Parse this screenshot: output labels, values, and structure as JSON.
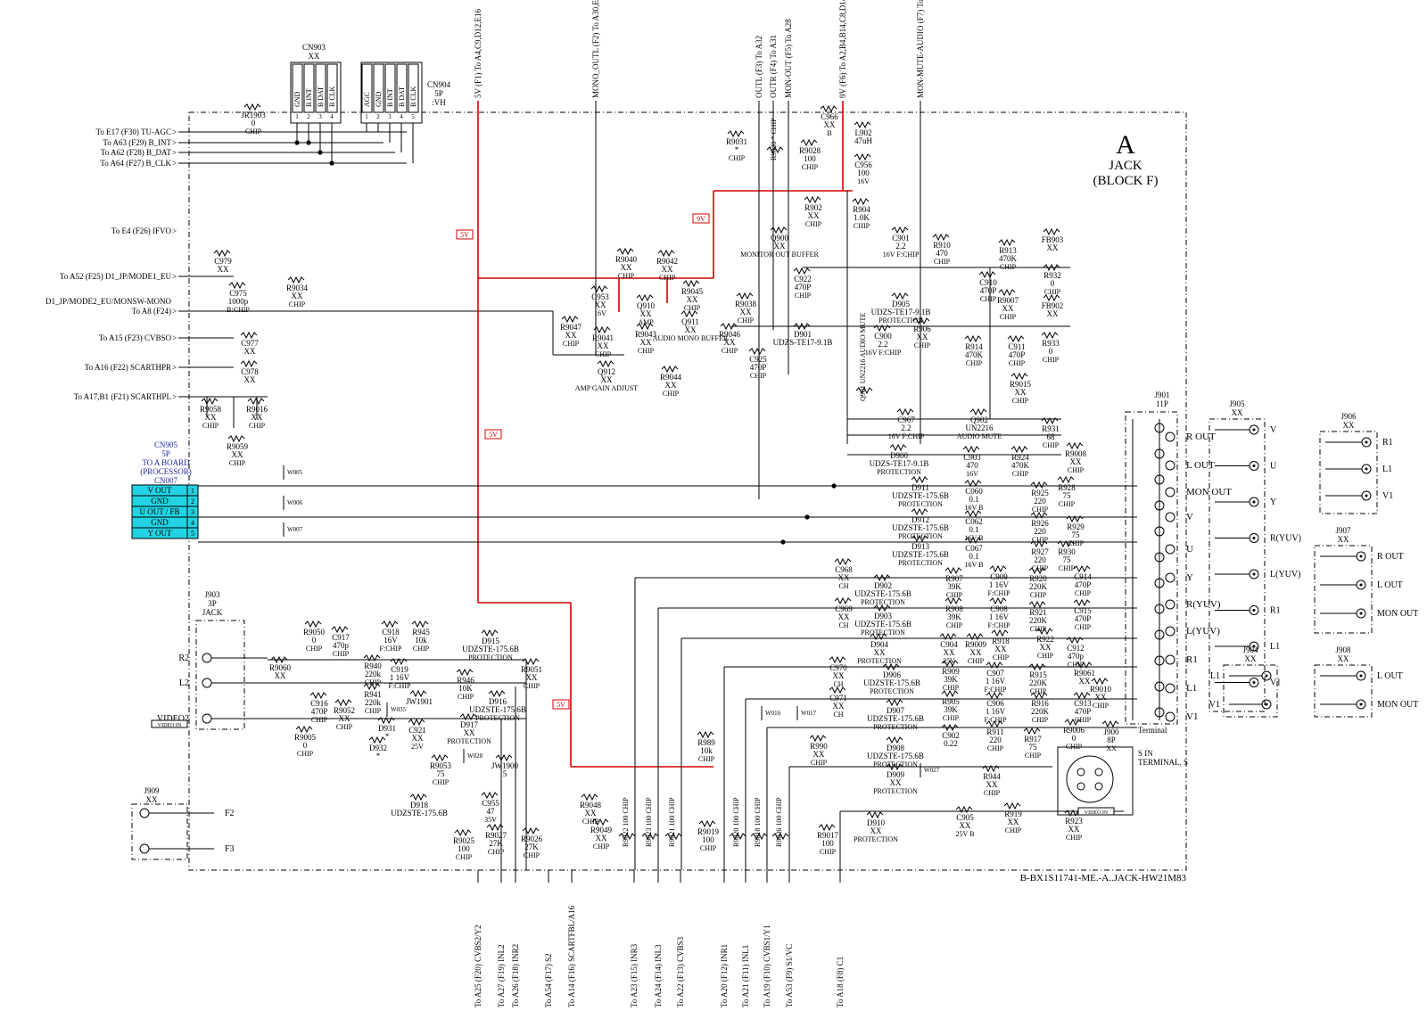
{
  "block": {
    "letter": "A",
    "name": "JACK",
    "sub": "(BLOCK F)"
  },
  "footer": "B-BX1S11741-ME.-A..JACK-HW21M83",
  "left_inputs": [
    "To E17 (F30)  TU-AGC",
    "To A63 (F29)  B_INT",
    "To A62 (F28)  B_DAT",
    "To A64 (F27)  B_CLK",
    "To E4 (F26)  IFVO",
    "To A52 (F25)  D1_JP/MODE1_EU",
    "D1_JP/MODE2_EU/MONSW-MONO",
    "To A8 (F24)",
    "To A15 (F23)  CVBSO",
    "To A16 (F22)  SCARTHPR",
    "To A17,B1 (F21)  SCARTHPL"
  ],
  "top_signals": [
    "5V (F1) To A4,C9,D12,E16",
    "MONO_OUTL (F2) To A30,E19",
    "OUTL (F3) To A32",
    "OUTR (F4) To A31",
    "MON-OUT (F5) To A28",
    "9V (F6) To A2,B4,B14,C8,D14,E13",
    "MON-MUTE-AUDIO (F7) To B5"
  ],
  "bottom_signals": [
    "To A25 (F20)  CVBS2/Y2",
    "To A27 (F19)  INL2",
    "To A26 (F18)  INR2",
    "To A54 (F17)  S2",
    "To A14 (F16)  SCARTFBL/A16",
    "To A23 (F15)  INR3",
    "To A24 (F14)  INL3",
    "To A22 (F13)  CVBS3",
    "To A20 (F12)  INR1",
    "To A21 (F11)  INL1",
    "To A19 (F10)  CVBS1/Y1",
    "To A53 (F9)  S1/VC",
    "To A18 (F8)  C1"
  ],
  "cn903": {
    "ref": "CN903",
    "val": "XX",
    "pins": [
      "GND",
      "B INT",
      "B DAT",
      "B CLK"
    ]
  },
  "cn904": {
    "ref": "CN904",
    "val": "5P",
    "type": ":VH",
    "pins": [
      "AGC",
      "GND",
      "B INT",
      "B DAT",
      "B CLK"
    ]
  },
  "cn905": {
    "ref": "CN905",
    "val": "5P",
    "note1": "TO A BOARD",
    "note2": "(PROCESSOR)",
    "note3": "CN007",
    "pins": [
      {
        "n": "1",
        "name": "V OUT"
      },
      {
        "n": "2",
        "name": "GND"
      },
      {
        "n": "3",
        "name": "U OUT / FB"
      },
      {
        "n": "4",
        "name": "GND"
      },
      {
        "n": "5",
        "name": "Y OUT"
      }
    ]
  },
  "rails": {
    "v5": "5V",
    "v9": "9V"
  },
  "wires": [
    "W005",
    "W006",
    "W007",
    "W016",
    "W017",
    "W027",
    "W028",
    "W035"
  ],
  "components": [
    [
      "JR1903",
      "0",
      "CHIP"
    ],
    [
      "C979",
      "XX",
      ""
    ],
    [
      "C975",
      "1000p",
      "B:CHIP"
    ],
    [
      "R9034",
      "XX",
      "CHIP"
    ],
    [
      "C977",
      "XX",
      ""
    ],
    [
      "C978",
      "XX",
      ""
    ],
    [
      "R9058",
      "XX",
      "CHIP"
    ],
    [
      "R9016",
      "XX",
      "CHIP"
    ],
    [
      "R9059",
      "XX",
      "CHIP"
    ],
    [
      "R9031",
      "*",
      "CHIP"
    ],
    [
      "R9030",
      "*",
      "CHIP"
    ],
    [
      "C966",
      "XX",
      "B"
    ],
    [
      "R9028",
      "100",
      "CHIP"
    ],
    [
      "L902",
      "47uH",
      ""
    ],
    [
      "C956",
      "100",
      "16V"
    ],
    [
      "R902",
      "XX",
      "CHIP"
    ],
    [
      "R904",
      "1.0K",
      "CHIP"
    ],
    [
      "Q900",
      "XX",
      "MONITOR OUT BUFFER"
    ],
    [
      "C922",
      "470P",
      "CHIP"
    ],
    [
      "R9040",
      "XX",
      "CHIP"
    ],
    [
      "R9042",
      "XX",
      "CHIP"
    ],
    [
      "C953",
      "XX",
      "16V"
    ],
    [
      "Q910",
      "XX",
      "AMP"
    ],
    [
      "R9045",
      "XX",
      "CHIP"
    ],
    [
      "Q911",
      "XX",
      "AUDIO MONO BUFFER"
    ],
    [
      "R9038",
      "XX",
      "CHIP"
    ],
    [
      "R9047",
      "XX",
      "CHIP"
    ],
    [
      "R9041",
      "XX",
      "CHIP"
    ],
    [
      "R9043",
      "XX",
      "CHIP"
    ],
    [
      "R9046",
      "XX",
      "CHIP"
    ],
    [
      "C925",
      "470P",
      "CHIP"
    ],
    [
      "Q912",
      "XX",
      "AMP GAIN ADJUST"
    ],
    [
      "R9044",
      "XX",
      "CHIP"
    ],
    [
      "C901",
      "2.2",
      "16V F:CHIP"
    ],
    [
      "D905",
      "UDZS-TE17-9.1B",
      "PROTECTION"
    ],
    [
      "D901",
      "UDZS-TE17-9.1B",
      ""
    ],
    [
      "C900",
      "2.2",
      "16V F:CHIP"
    ],
    [
      "R906",
      "XX",
      "CHIP"
    ],
    [
      "Q901",
      "UN2216",
      "AUDIO MUTE"
    ],
    [
      "R910",
      "470",
      "CHIP"
    ],
    [
      "R913",
      "470K",
      "CHIP"
    ],
    [
      "C910",
      "470P",
      "CHIP"
    ],
    [
      "FB903",
      "XX",
      ""
    ],
    [
      "R932",
      "0",
      "CHIP"
    ],
    [
      "FB902",
      "XX",
      ""
    ],
    [
      "R933",
      "0",
      "CHIP"
    ],
    [
      "R9007",
      "XX",
      "CHIP"
    ],
    [
      "R914",
      "470K",
      "CHIP"
    ],
    [
      "C911",
      "470P",
      "CHIP"
    ],
    [
      "R9015",
      "XX",
      "CHIP"
    ],
    [
      "C967",
      "2.2",
      "16V F:CHIP"
    ],
    [
      "Q902",
      "UN2216",
      "AUDIO MUTE"
    ],
    [
      "R931",
      "68",
      "CHIP"
    ],
    [
      "D900",
      "UDZS-TE17-9.1B",
      "PROTECTION"
    ],
    [
      "C903",
      "470",
      "16V"
    ],
    [
      "R924",
      "470K",
      "CHIP"
    ],
    [
      "R9008",
      "XX",
      "CHIP"
    ],
    [
      "D911",
      "UDZSTE-175.6B",
      "PROTECTION"
    ],
    [
      "C060",
      "0.1",
      "16V B"
    ],
    [
      "R925",
      "220",
      "CHIP"
    ],
    [
      "R928",
      "75",
      "CHIP"
    ],
    [
      "D912",
      "UDZSTE-175.6B",
      "PROTECTION"
    ],
    [
      "C062",
      "0.1",
      "16V B"
    ],
    [
      "R926",
      "220",
      "CHIP"
    ],
    [
      "R929",
      "75",
      "CHIP"
    ],
    [
      "D913",
      "UDZSTE-175.6B",
      "PROTECTION"
    ],
    [
      "C067",
      "0.1",
      "16V B"
    ],
    [
      "R927",
      "220",
      "CHIP"
    ],
    [
      "R930",
      "75",
      "CHIP"
    ],
    [
      "C968",
      "XX",
      "CH"
    ],
    [
      "D902",
      "UDZSTE-175.6B",
      "PROTECTION"
    ],
    [
      "R907",
      "39K",
      "CHIP"
    ],
    [
      "C909",
      "1 16V",
      "F:CHIP"
    ],
    [
      "R920",
      "220K",
      "CHIP"
    ],
    [
      "C914",
      "470P",
      "CHIP"
    ],
    [
      "C969",
      "XX",
      "CH"
    ],
    [
      "D903",
      "UDZSTE-175.6B",
      "PROTECTION"
    ],
    [
      "R908",
      "39K",
      "CHIP"
    ],
    [
      "C908",
      "1 16V",
      "F:CHIP"
    ],
    [
      "R921",
      "220K",
      "CHIP"
    ],
    [
      "C915",
      "470P",
      "CHIP"
    ],
    [
      "D904",
      "XX",
      "PROTECTION"
    ],
    [
      "C904",
      "XX",
      "25V"
    ],
    [
      "R9009",
      "XX",
      "CHIP"
    ],
    [
      "R918",
      "XX",
      "CHIP"
    ],
    [
      "R922",
      "XX",
      "CHIP"
    ],
    [
      "C912",
      "470p",
      "CHIP"
    ],
    [
      "C970",
      "XX",
      "CH"
    ],
    [
      "D906",
      "UDZSTE-175.6B",
      "PROTECTION"
    ],
    [
      "R909",
      "39K",
      "CHIP"
    ],
    [
      "C907",
      "1 16V",
      "F:CHIP"
    ],
    [
      "R915",
      "220K",
      "CHIP"
    ],
    [
      "R9061",
      "XX",
      ""
    ],
    [
      "C971",
      "XX",
      "CH"
    ],
    [
      "D907",
      "UDZSTE-175.6B",
      "PROTECTION"
    ],
    [
      "R905",
      "39K",
      "CHIP"
    ],
    [
      "C906",
      "1 16V",
      "F:CHIP"
    ],
    [
      "R916",
      "220K",
      "CHIP"
    ],
    [
      "C913",
      "470P",
      "CHIP"
    ],
    [
      "R9010",
      "XX",
      "CHIP"
    ],
    [
      "C902",
      "0.22",
      ""
    ],
    [
      "R911",
      "220",
      "CHIP"
    ],
    [
      "R917",
      "75",
      "CHIP"
    ],
    [
      "R9006",
      "0",
      "CHIP"
    ],
    [
      "J900",
      "8P",
      "XX"
    ],
    [
      "R989",
      "10k",
      "CHIP"
    ],
    [
      "R990",
      "XX",
      "CHIP"
    ],
    [
      "D908",
      "UDZSTE-175.6B",
      "PROTECTION"
    ],
    [
      "D909",
      "XX",
      "PROTECTION"
    ],
    [
      "R944",
      "XX",
      "CHIP"
    ],
    [
      "D910",
      "XX",
      "PROTECTION"
    ],
    [
      "C905",
      "XX",
      "25V B"
    ],
    [
      "R919",
      "XX",
      "CHIP"
    ],
    [
      "R923",
      "XX",
      "CHIP"
    ],
    [
      "R9048",
      "XX",
      "CHIP"
    ],
    [
      "R9049",
      "XX",
      "CHIP"
    ],
    [
      "R9017",
      "100",
      "CHIP"
    ],
    [
      "R9050",
      "0",
      "CHIP"
    ],
    [
      "C917",
      "470p",
      "CHIP"
    ],
    [
      "C918",
      "16V",
      "F:CHIP"
    ],
    [
      "R945",
      "10k",
      "CHIP"
    ],
    [
      "D915",
      "UDZSTE-175.6B",
      "PROTECTION"
    ],
    [
      "R9051",
      "XX",
      "CHIP"
    ],
    [
      "R9060",
      "XX",
      ""
    ],
    [
      "R940",
      "220k",
      "CHIP"
    ],
    [
      "C919",
      "1 16V",
      "F:CHIP"
    ],
    [
      "R946",
      "10K",
      "CHIP"
    ],
    [
      "D916",
      "UDZSTE-175.6B",
      "PROTECTION"
    ],
    [
      "R941",
      "220k",
      "CHIP"
    ],
    [
      "C916",
      "470P",
      "CHIP"
    ],
    [
      "R9052",
      "XX",
      "CHIP"
    ],
    [
      "JW1901",
      "",
      ""
    ],
    [
      "R9005",
      "0",
      "CHIP"
    ],
    [
      "D931",
      "*",
      ""
    ],
    [
      "D932",
      "*",
      ""
    ],
    [
      "C921",
      "XX",
      "25V"
    ],
    [
      "D917",
      "XX",
      "PROTECTION"
    ],
    [
      "R9053",
      "75",
      "CHIP"
    ],
    [
      "JW1900",
      "5",
      ""
    ],
    [
      "C955",
      "47",
      "35V"
    ],
    [
      "D918",
      "UDZSTE-175.6B",
      ""
    ],
    [
      "R9025",
      "100",
      "CHIP"
    ],
    [
      "R9027",
      "27K",
      "CHIP"
    ],
    [
      "R9026",
      "27K",
      "CHIP"
    ],
    [
      "R9022",
      "100",
      "CHIP"
    ],
    [
      "R9023",
      "100",
      "CHIP"
    ],
    [
      "R9021",
      "100",
      "CHIP"
    ],
    [
      "R9019",
      "100",
      "CHIP"
    ],
    [
      "R9020",
      "100",
      "CHIP"
    ],
    [
      "R9018",
      "100",
      "CHIP"
    ],
    [
      "R9036",
      "100",
      "CHIP"
    ]
  ],
  "j901": {
    "ref": "J901",
    "val": "11P",
    "labels": [
      "R OUT",
      "L OUT",
      "MON OUT",
      "V",
      "U",
      "Y",
      "R(YUV)",
      "L(YUV)",
      "R1",
      "L1",
      "V1"
    ]
  },
  "j905": {
    "ref": "J905",
    "val": "XX",
    "labels": [
      "V",
      "U",
      "Y",
      "R(YUV)",
      "L(YUV)",
      "R1",
      "L1",
      "V1"
    ]
  },
  "j906": {
    "ref": "J906",
    "val": "XX",
    "labels": [
      "R1",
      "L1",
      "V1"
    ]
  },
  "j907": {
    "ref": "J907",
    "val": "XX",
    "labels": [
      "R OUT",
      "L OUT",
      "MON OUT"
    ]
  },
  "j904": {
    "ref": "J904",
    "val": "XX",
    "labels": [
      "L1",
      "V1"
    ]
  },
  "j908": {
    "ref": "J908",
    "val": "XX",
    "labels": [
      "L OUT",
      "MON OUT"
    ]
  },
  "j903": {
    "ref": "J903",
    "val": "3P",
    "type": "JACK",
    "labels": [
      "R2",
      "L2",
      "VIDEO2"
    ],
    "tag": "VIDEO IN"
  },
  "j909": {
    "ref": "J909",
    "val": "XX",
    "labels": [
      "F2",
      "F3"
    ]
  },
  "terminal": {
    "label": "Terminal",
    "s_in": "S IN",
    "terminal_s": "TERMINAL, S",
    "tag": "VIDEO IN"
  }
}
